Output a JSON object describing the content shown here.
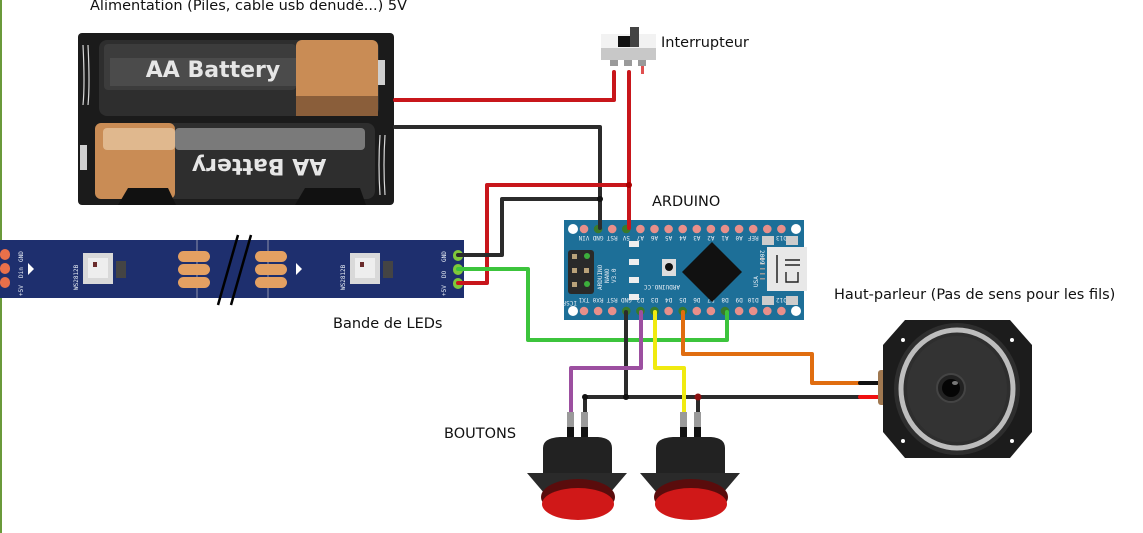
{
  "labels": {
    "power": "Alimentation (Piles, cable usb denudé...) 5V",
    "switch": "Interrupteur",
    "arduino": "ARDUINO",
    "led_strip": "Bande de LEDs",
    "speaker": "Haut-parleur (Pas de sens pour les fils)",
    "buttons": "BOUTONS"
  },
  "battery": {
    "cell_top": "AA Battery",
    "cell_bottom": "AA Battery"
  },
  "led_strip": {
    "chip": "WS2812B",
    "pins_in": [
      "+5V",
      "Din",
      "GND"
    ],
    "pins_out": [
      "+5V",
      "DO",
      "GND"
    ]
  },
  "arduino": {
    "top_pins": [
      "VIN",
      "GND",
      "RST",
      "5V",
      "A7",
      "A6",
      "A5",
      "A4",
      "A3",
      "A2",
      "A1",
      "A0",
      "REF",
      "3V3",
      "D13"
    ],
    "bottom_pins": [
      "TX1",
      "RX0",
      "RST",
      "GND",
      "D2",
      "D3",
      "D4",
      "D5",
      "D6",
      "D7",
      "D8",
      "D9",
      "D10",
      "D11",
      "D12"
    ],
    "board_text": [
      "ARDUINO",
      "NANO",
      "V3.0"
    ],
    "site": "ARDUINO.CC",
    "icsp": "ICSP",
    "rst": "RST",
    "leds": [
      "L",
      "PWR",
      "RX",
      "TX"
    ],
    "year": "2009",
    "country": "USA"
  },
  "colors": {
    "wire_red": "#c8161b",
    "wire_black": "#2b2b2b",
    "wire_green": "#3cc43c",
    "wire_purple": "#9c4fa0",
    "wire_yellow": "#f0ea10",
    "wire_orange": "#e06d10",
    "pcb_blue": "#1d6f98",
    "strip_blue": "#1e2f6e"
  }
}
